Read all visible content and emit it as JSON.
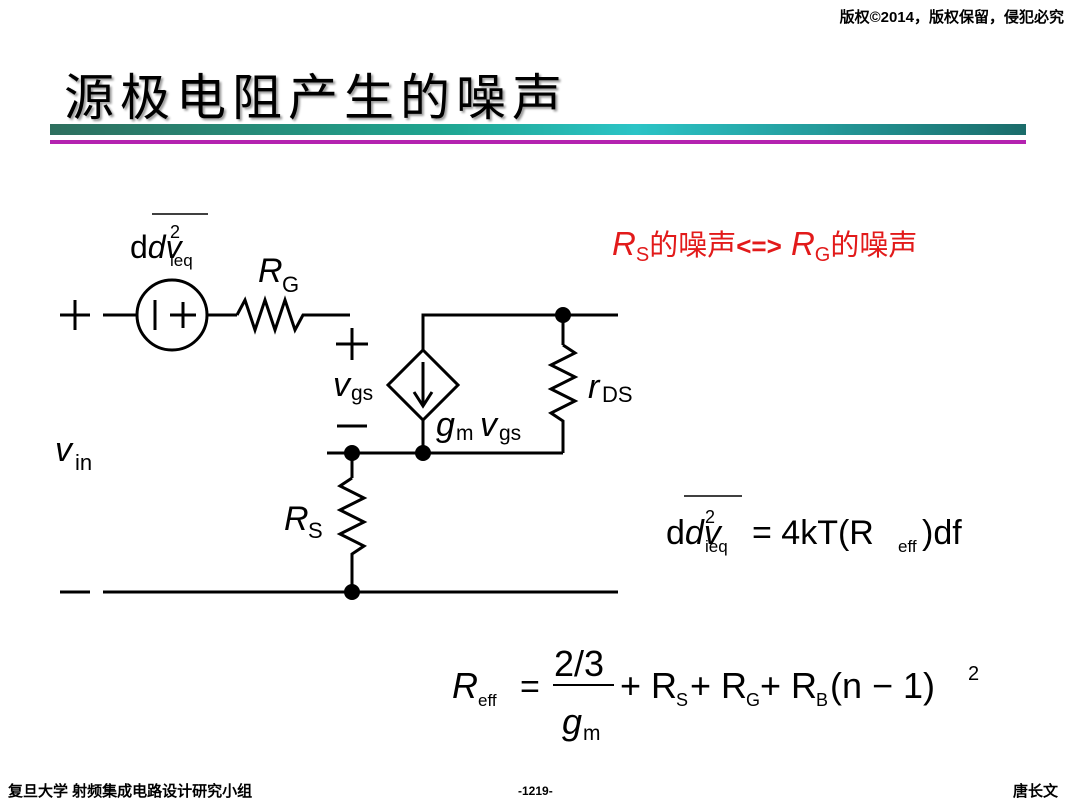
{
  "header": {
    "copyright": "版权©2014，版权保留，侵犯必究"
  },
  "slide": {
    "title": "源极电阻产生的噪声"
  },
  "note": {
    "rs_sub": "S",
    "middle": "的噪声",
    "arrow": "<=>",
    "rg_sub": "G",
    "tail": "的噪声"
  },
  "circuit": {
    "source_label": "dv",
    "source_sup": "2",
    "source_sub": "ieq",
    "rg_label": "R",
    "rg_sub": "G",
    "vgs_label": "v",
    "vgs_sub": "gs",
    "plus": "+",
    "minus": "−",
    "vin_label": "v",
    "vin_sub": "in",
    "rds_label": "r",
    "rds_sub": "DS",
    "gm_label": "g",
    "gm_sub": "m",
    "gm_v": "v",
    "gm_vsub": "gs",
    "rs_label": "R",
    "rs_sub": "S"
  },
  "eq1": {
    "lhs": "dv",
    "sup": "2",
    "sub": "ieq",
    "rhs": "= 4kT(R",
    "rhs_sub": "eff",
    "rhs_end": ")df"
  },
  "eq2": {
    "lhs": "R",
    "lhs_sub": "eff",
    "num": "2/3",
    "den": "g",
    "den_sub": "m",
    "tail1": "+ R",
    "tail1_sub": "S",
    "tail2": "+ R",
    "tail2_sub": "G",
    "tail3": "+ R",
    "tail3_sub": "B",
    "tail4": "(n − 1)",
    "tail4_sup": "2"
  },
  "footer": {
    "left": "复旦大学   射频集成电路设计研究小组",
    "page": "-1219-",
    "right": "唐长文"
  }
}
